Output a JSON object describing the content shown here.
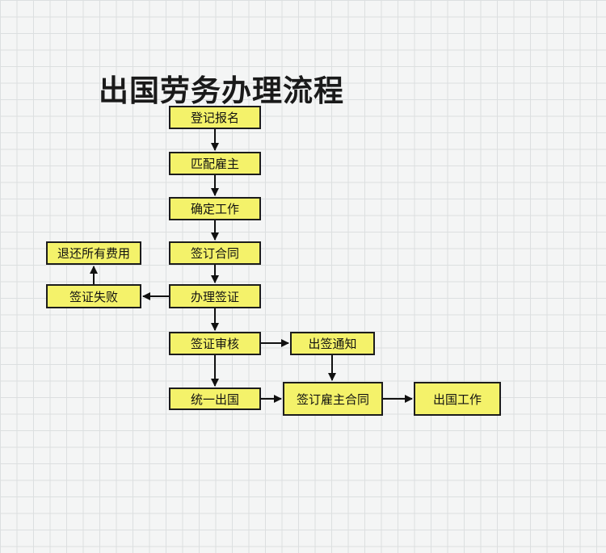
{
  "title": "出国劳务办理流程",
  "nodes": {
    "register": "登记报名",
    "match_employer": "匹配雇主",
    "confirm_job": "确定工作",
    "sign_contract": "签订合同",
    "process_visa": "办理签证",
    "visa_failed": "签证失败",
    "refund_all": "退还所有费用",
    "visa_review": "签证审核",
    "visa_notice": "出签通知",
    "unified_departure": "统一出国",
    "sign_employer_contract": "签订雇主合同",
    "work_abroad": "出国工作"
  },
  "colors": {
    "node_fill": "#f4f26a",
    "border": "#1c1c1c",
    "grid": "#dcdfe0"
  }
}
